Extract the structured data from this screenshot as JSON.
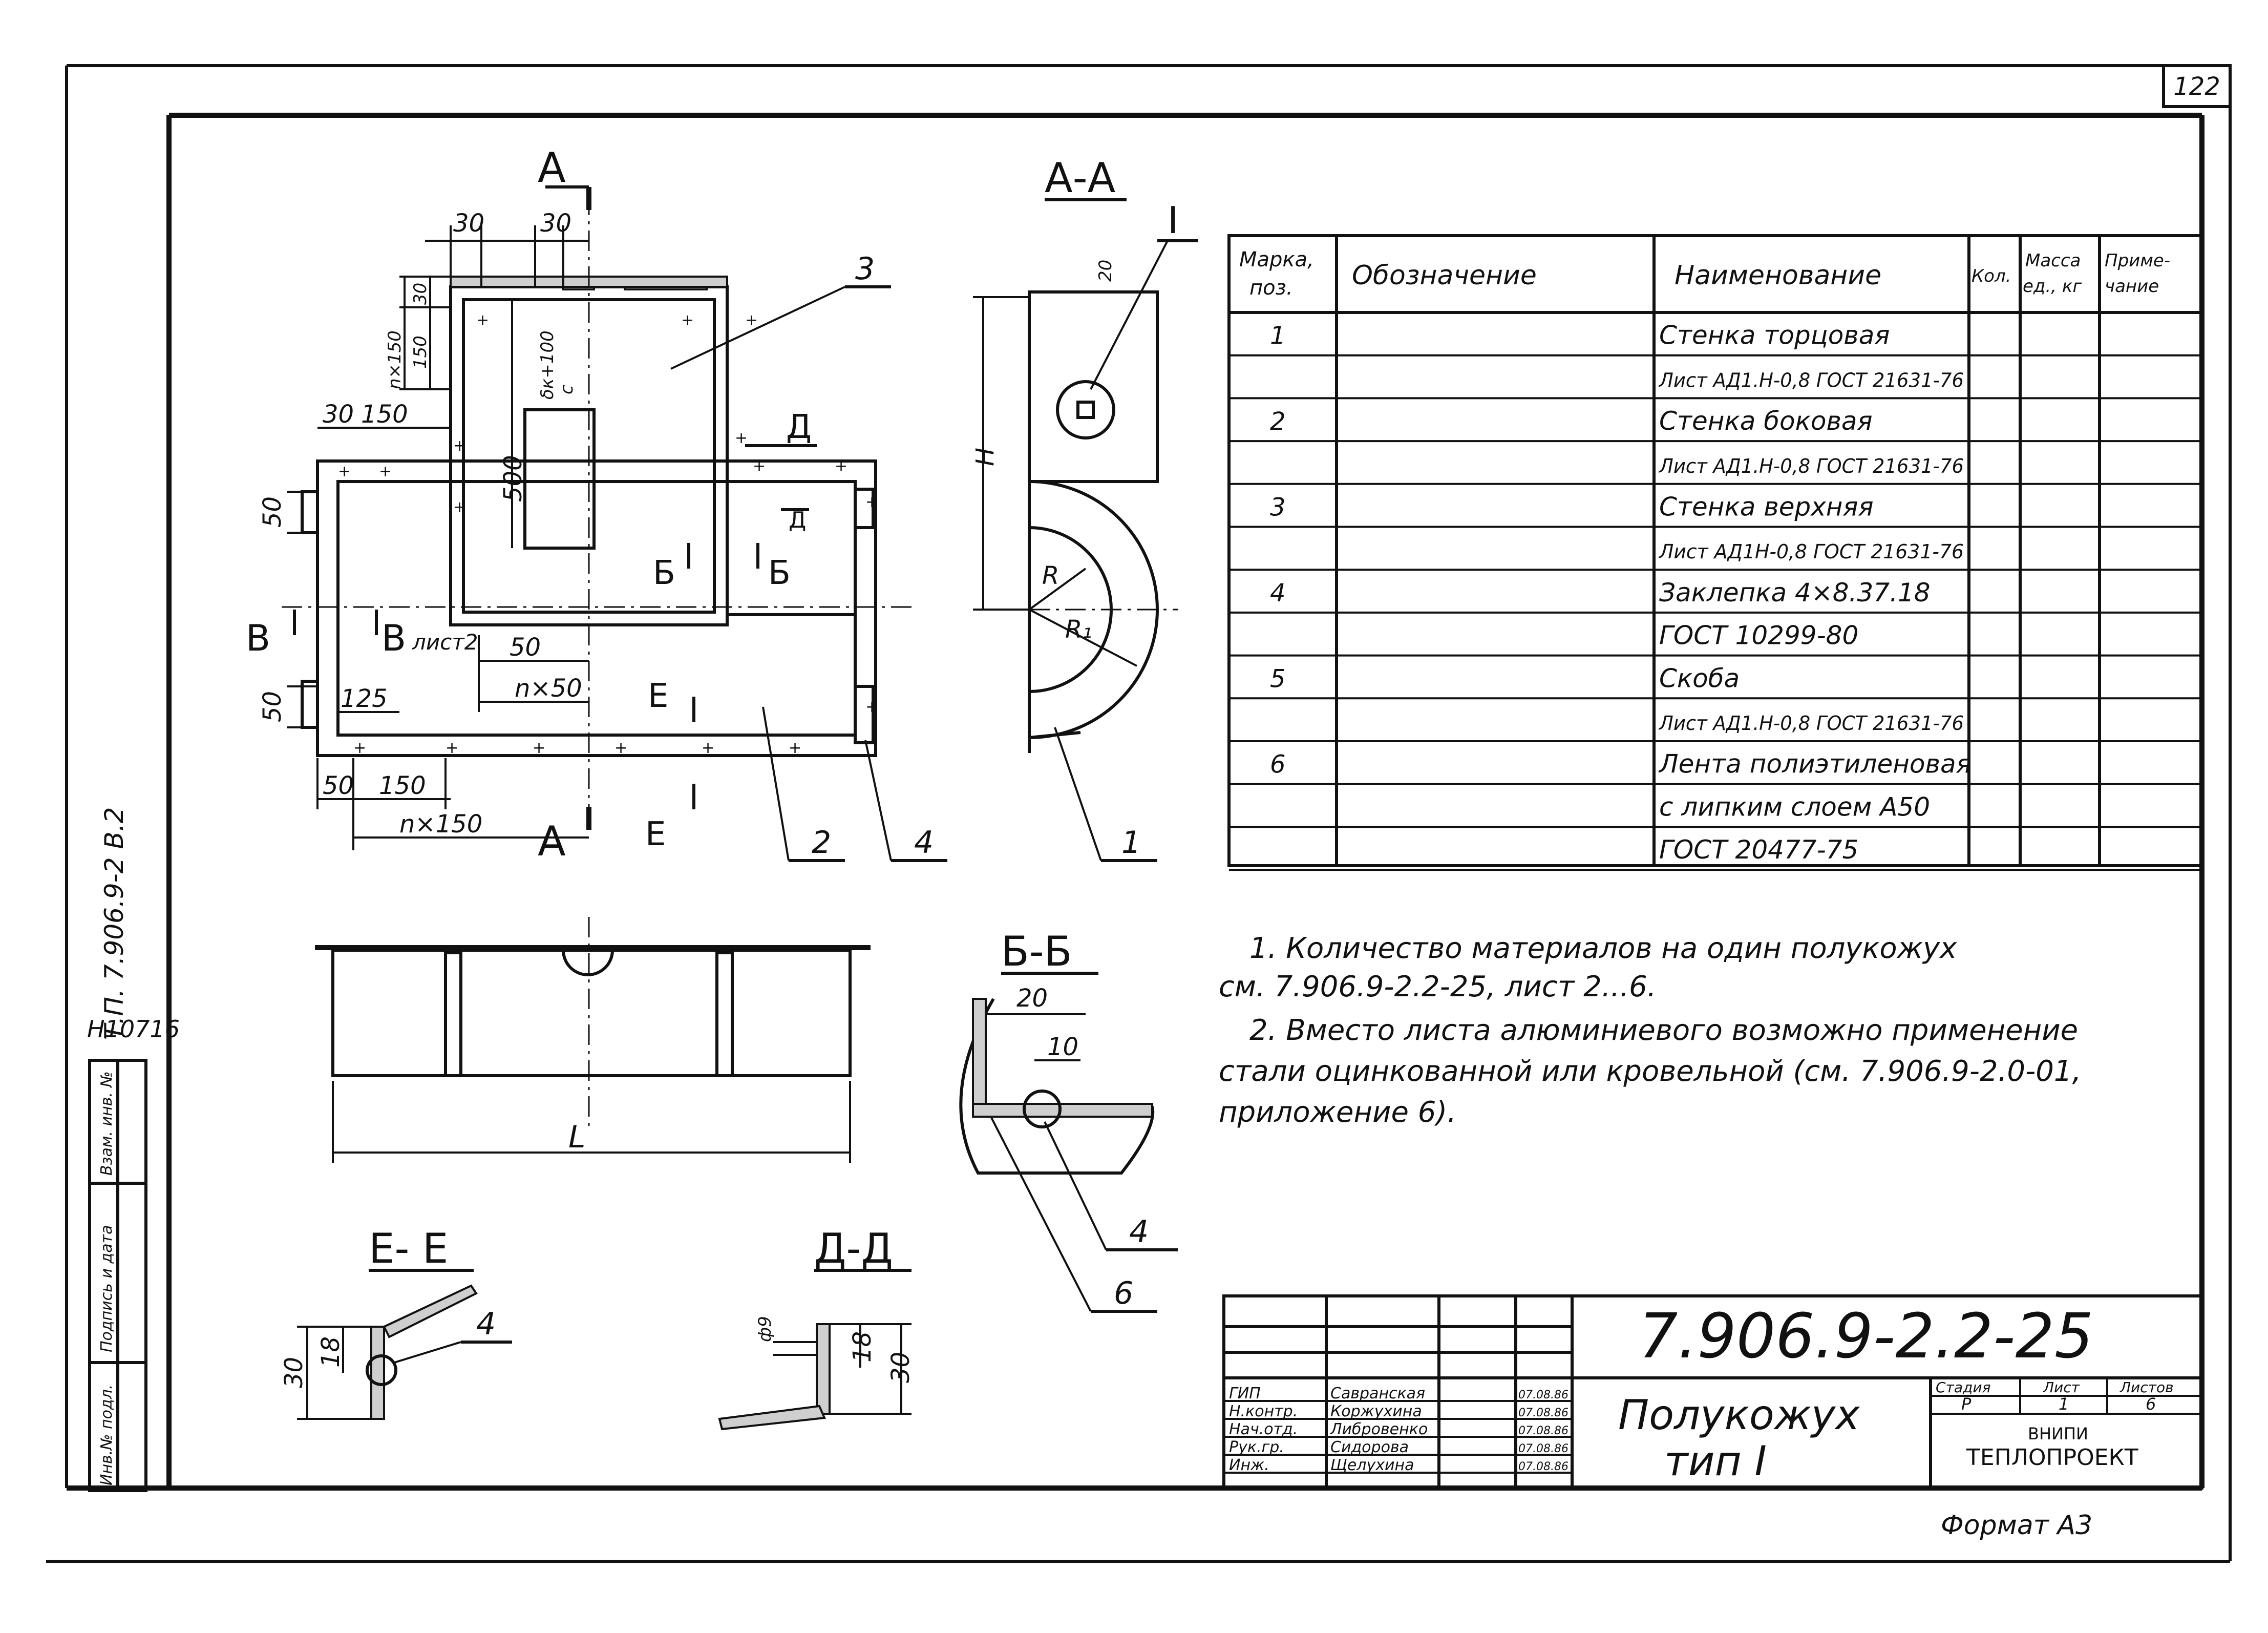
{
  "sheet": {
    "sheet_number": "122",
    "format_label": "Формат А3",
    "side_codes": [
      "Т.П. 7.906.9-2 В.2",
      "Н10716"
    ],
    "left_stamp_labels": [
      "Инв.№ подл.",
      "Подпись и дата",
      "Взам. инв. №"
    ]
  },
  "views": {
    "section_aa_title": "А-А",
    "section_bb_title": "Б-Б",
    "section_ee_title": "Е- Е",
    "section_dd_title": "Д-Д",
    "cut_marks": [
      "А",
      "А",
      "Б",
      "Б",
      "В",
      "В",
      "Д",
      "Д",
      "Е",
      "Е"
    ],
    "detail_callout": "I",
    "sheet2_note": "лист2",
    "plan_dims": [
      "30",
      "30",
      "30",
      "150",
      "n×150",
      "30",
      "150",
      "δк+100",
      "с",
      "500",
      "50",
      "50",
      "125",
      "50",
      "n×50",
      "50",
      "150",
      "n×150"
    ],
    "aa_dims": [
      "20",
      "H",
      "R",
      "R₁"
    ],
    "bb_dims": [
      "20",
      "10"
    ],
    "ee_dims": [
      "30",
      "18"
    ],
    "dd_dims": [
      "ф9",
      "18",
      "30"
    ],
    "length_dim": "L",
    "leaders": [
      "1",
      "2",
      "3",
      "4",
      "4",
      "4",
      "6"
    ]
  },
  "spec_table": {
    "headers": [
      "Марка, поз.",
      "Обозначение",
      "Наименование",
      "Кол.",
      "Масса ед., кг",
      "Приме-чание"
    ],
    "rows": [
      {
        "pos": "1",
        "name": "Стенка торцовая"
      },
      {
        "pos": "",
        "name": "Лист АД1.Н-0,8 ГОСТ 21631-76"
      },
      {
        "pos": "2",
        "name": "Стенка боковая"
      },
      {
        "pos": "",
        "name": "Лист АД1.Н-0,8 ГОСТ 21631-76"
      },
      {
        "pos": "3",
        "name": "Стенка верхняя"
      },
      {
        "pos": "",
        "name": "Лист АД1Н-0,8 ГОСТ 21631-76"
      },
      {
        "pos": "4",
        "name": "Заклепка 4×8.37.18"
      },
      {
        "pos": "",
        "name": "ГОСТ 10299-80"
      },
      {
        "pos": "5",
        "name": "Скоба"
      },
      {
        "pos": "",
        "name": "Лист АД1.Н-0,8 ГОСТ 21631-76"
      },
      {
        "pos": "6",
        "name": "Лента полиэтиленовая"
      },
      {
        "pos": "",
        "name": "с липким слоем А50"
      },
      {
        "pos": "",
        "name": "ГОСТ 20477-75"
      }
    ]
  },
  "notes": {
    "note1_line1": "1. Количество материалов на один полукожух",
    "note1_line2": "см. 7.906.9-2.2-25, лист 2...6.",
    "note2_line1": "2. Вместо листа алюминиевого возможно применение",
    "note2_line2": "стали оцинкованной или кровельной (см. 7.906.9-2.0-01,",
    "note2_line3": "приложение 6)."
  },
  "title_block": {
    "doc_code": "7.906.9-2.2-25",
    "title_line1": "Полукожух",
    "title_line2": "тип I",
    "stage_header": "Стадия",
    "sheet_header": "Лист",
    "sheets_header": "Листов",
    "stage_value": "Р",
    "sheet_value": "1",
    "sheets_value": "6",
    "org_line1": "ВНИПИ",
    "org_line2": "ТЕПЛОПРОЕКТ",
    "people": [
      {
        "role": "ГИП",
        "name": "Савранская",
        "date": "07.08.86"
      },
      {
        "role": "Н.контр.",
        "name": "Коржухина",
        "date": "07.08.86"
      },
      {
        "role": "Нач.отд.",
        "name": "Либровенко",
        "date": "07.08.86"
      },
      {
        "role": "Рук.гр.",
        "name": "Сидорова",
        "date": "07.08.86"
      },
      {
        "role": "Инж.",
        "name": "Щелухина",
        "date": "07.08.86"
      }
    ]
  }
}
